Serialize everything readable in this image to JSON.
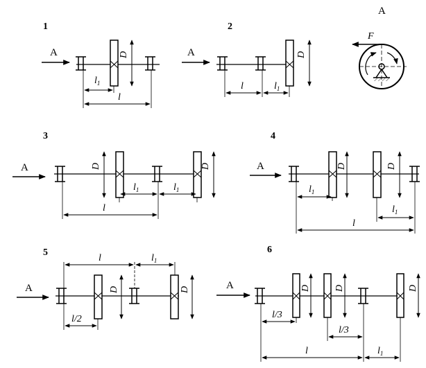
{
  "schemes": [
    {
      "number": "1",
      "arrow": "A",
      "dims": {
        "D": "D",
        "l1": "l",
        "l1_sub": "1",
        "l": "l"
      }
    },
    {
      "number": "2",
      "arrow": "A",
      "dims": {
        "D": "D",
        "l": "l",
        "l1": "l",
        "l1_sub": "1"
      }
    },
    {
      "number": "3",
      "arrow": "A",
      "dims": {
        "D_left": "D",
        "D_right": "D",
        "l1a": "l",
        "l1a_sub": "1",
        "l1b": "l",
        "l1b_sub": "1",
        "l": "l"
      }
    },
    {
      "number": "4",
      "arrow": "A",
      "dims": {
        "D_left": "D",
        "D_right": "D",
        "l1a": "l",
        "l1a_sub": "1",
        "l1b": "l",
        "l1b_sub": "1",
        "l": "l"
      }
    },
    {
      "number": "5",
      "arrow": "A",
      "dims": {
        "D_left": "D",
        "D_right": "D",
        "l": "l",
        "l1": "l",
        "l1_sub": "1",
        "lhalf": "l/2"
      }
    },
    {
      "number": "6",
      "arrow": "A",
      "dims": {
        "D1": "D",
        "D2": "D",
        "D3": "D",
        "lthird_a": "l/3",
        "lthird_b": "l/3",
        "l": "l",
        "l1": "l",
        "l1_sub": "1"
      }
    }
  ],
  "view": {
    "title": "A",
    "force": "F"
  }
}
